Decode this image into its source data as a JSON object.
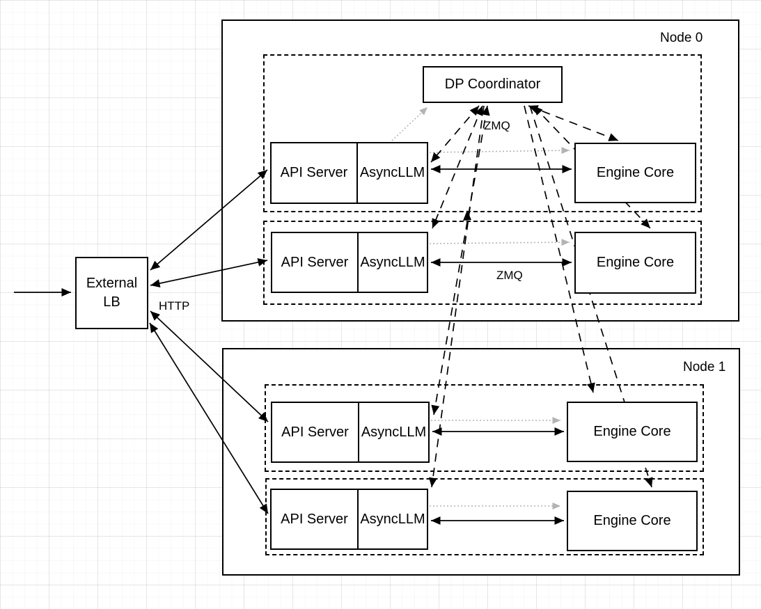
{
  "diagram": {
    "containers": {
      "node0_label": "Node 0",
      "node1_label": "Node 1"
    },
    "boxes": {
      "dp_coordinator": "DP Coordinator",
      "api_server": "API Server",
      "async_llm": "AsyncLLM",
      "engine_core": "Engine Core",
      "external_lb_line1": "External",
      "external_lb_line2": "LB"
    },
    "edge_labels": {
      "http": "HTTP",
      "zmq": "ZMQ"
    },
    "colors": {
      "line_black": "#000000",
      "line_gray_dotted": "#b3b3b3",
      "box_fill": "#ffffff",
      "node_border": "#000000"
    },
    "edges": [
      {
        "from": "client",
        "to": "external_lb",
        "style": "solid",
        "arrows": "end"
      },
      {
        "from": "external_lb",
        "to": "api_server_node0_rank0",
        "style": "solid",
        "arrows": "both",
        "label": "HTTP"
      },
      {
        "from": "external_lb",
        "to": "api_server_node0_rank1",
        "style": "solid",
        "arrows": "both",
        "label": "HTTP"
      },
      {
        "from": "external_lb",
        "to": "api_server_node1_rank0",
        "style": "solid",
        "arrows": "both",
        "label": "HTTP"
      },
      {
        "from": "external_lb",
        "to": "api_server_node1_rank1",
        "style": "solid",
        "arrows": "both",
        "label": "HTTP"
      },
      {
        "from": "async_llm_node0_rank0",
        "to": "engine_core_node0_rank0",
        "style": "solid",
        "arrows": "both",
        "label": "ZMQ"
      },
      {
        "from": "async_llm_node0_rank1",
        "to": "engine_core_node0_rank1",
        "style": "solid",
        "arrows": "both",
        "label": "ZMQ"
      },
      {
        "from": "async_llm_node1_rank0",
        "to": "engine_core_node1_rank0",
        "style": "solid",
        "arrows": "both",
        "label": "ZMQ"
      },
      {
        "from": "async_llm_node1_rank1",
        "to": "engine_core_node1_rank1",
        "style": "solid",
        "arrows": "both",
        "label": "ZMQ"
      },
      {
        "from": "async_llm_node0_rank0",
        "to": "dp_coordinator",
        "style": "dotted-gray",
        "arrows": "end"
      },
      {
        "from": "async_llm_node0_rank0",
        "to": "engine_core_node0_rank0",
        "style": "dotted-gray",
        "arrows": "end"
      },
      {
        "from": "async_llm_node0_rank1",
        "to": "engine_core_node0_rank1",
        "style": "dotted-gray",
        "arrows": "end"
      },
      {
        "from": "async_llm_node1_rank0",
        "to": "engine_core_node1_rank0",
        "style": "dotted-gray",
        "arrows": "end"
      },
      {
        "from": "async_llm_node1_rank1",
        "to": "engine_core_node1_rank1",
        "style": "dotted-gray",
        "arrows": "end"
      },
      {
        "from": "dp_coordinator",
        "to": "async_llm_node0_rank0",
        "style": "dashed",
        "arrows": "both",
        "label": "ZMQ"
      },
      {
        "from": "dp_coordinator",
        "to": "async_llm_node0_rank1",
        "style": "dashed",
        "arrows": "both",
        "label": "ZMQ"
      },
      {
        "from": "dp_coordinator",
        "to": "async_llm_node1_rank0",
        "style": "dashed",
        "arrows": "both",
        "label": "ZMQ"
      },
      {
        "from": "dp_coordinator",
        "to": "async_llm_node1_rank1",
        "style": "dashed",
        "arrows": "both",
        "label": "ZMQ"
      },
      {
        "from": "dp_coordinator",
        "to": "engine_core_node0_rank0",
        "style": "dashed",
        "arrows": "both",
        "label": "ZMQ"
      },
      {
        "from": "dp_coordinator",
        "to": "engine_core_node0_rank1",
        "style": "dashed",
        "arrows": "both",
        "label": "ZMQ"
      },
      {
        "from": "dp_coordinator",
        "to": "engine_core_node1_rank0",
        "style": "dashed",
        "arrows": "end",
        "label": "ZMQ"
      },
      {
        "from": "dp_coordinator",
        "to": "engine_core_node1_rank1",
        "style": "dashed",
        "arrows": "end",
        "label": "ZMQ"
      }
    ]
  }
}
